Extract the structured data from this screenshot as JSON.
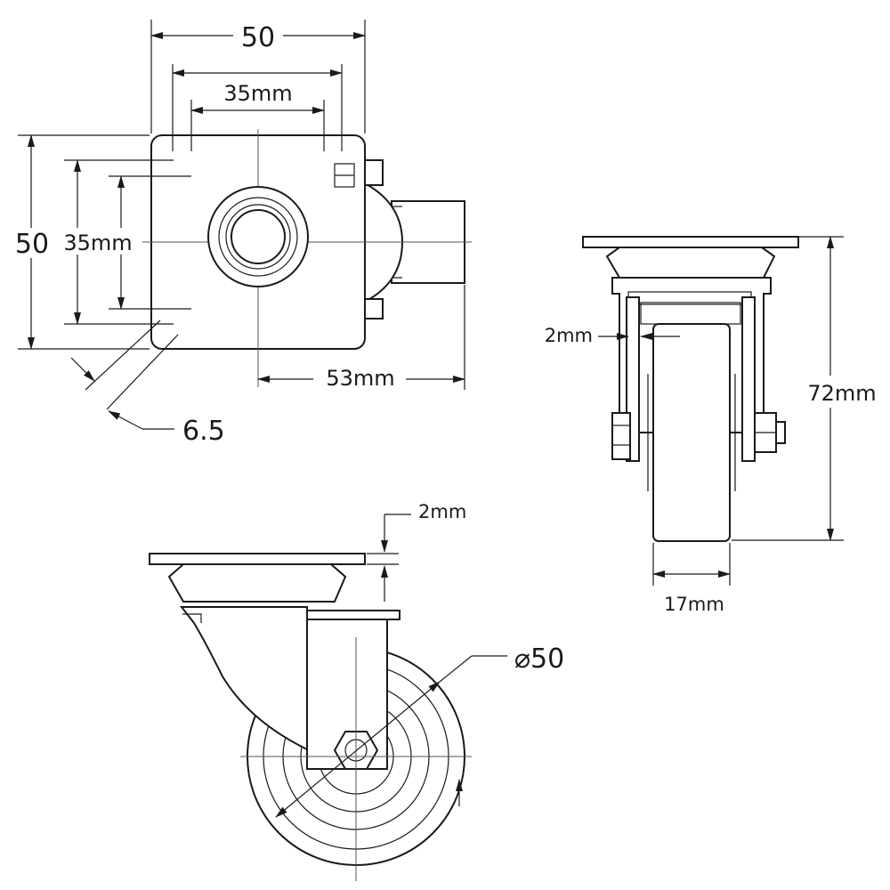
{
  "top_view": {
    "plate_width": "50",
    "hole_spacing_x": "35mm",
    "plate_height": "50",
    "hole_spacing_y": "35mm",
    "swivel_offset": "53mm",
    "slot_width": "6.5"
  },
  "side_view": {
    "plate_thickness": "2mm",
    "wheel_diameter": "⌀50"
  },
  "front_view": {
    "bracket_thickness": "2mm",
    "overall_height": "72mm",
    "wheel_width": "17mm"
  }
}
